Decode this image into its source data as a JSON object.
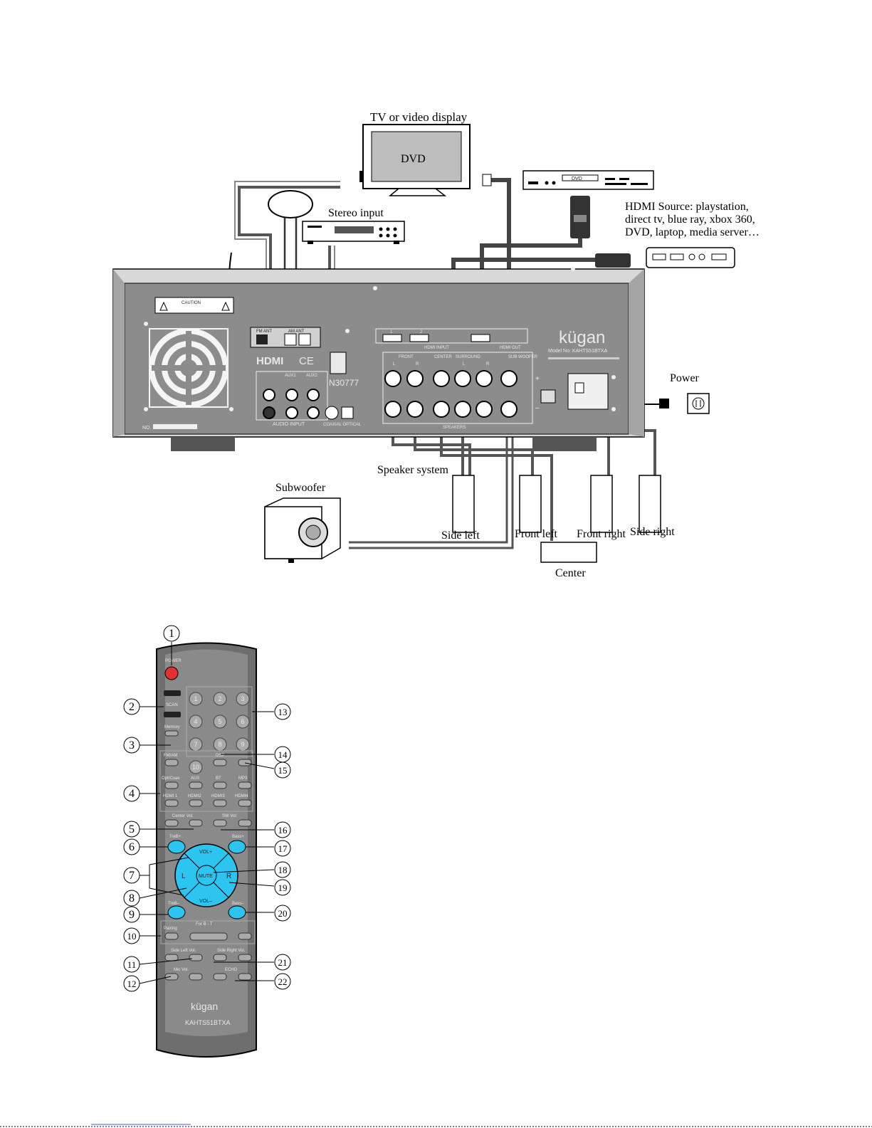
{
  "diagram": {
    "labels": {
      "tv": "TV or video display",
      "dvd_screen": "DVD",
      "stereo_input": "Stereo input",
      "hdmi_source_1": "HDMI Source: playstation,",
      "hdmi_source_2": "direct tv, blue ray, xbox 360,",
      "hdmi_source_3": "DVD, laptop, media server…",
      "power": "Power",
      "speaker_system": "Speaker system",
      "subwoofer": "Subwoofer",
      "side_left": "Side left",
      "front_left": "Front left",
      "front_right": "Front right",
      "side_right": "Side right",
      "center": "Center",
      "player_display": "DVD"
    },
    "receiver": {
      "brand": "kügan",
      "model": "Model No: KAHTS51BTXA",
      "caution": "CAUTION",
      "hdmi_logo": "HDMI",
      "ce": "CE",
      "n_mark": "N30777",
      "fm_ant": "FM ANT",
      "am_ant": "AM ANT",
      "aux1": "AUX1",
      "aux2": "AUX2",
      "audio_input": "AUDIO INPUT",
      "coaxial_optical": "COAXIAL OPTICAL",
      "hdmi_input": "HDMI INPUT",
      "hdmi_out": "HDMI OUT",
      "front": "FRONT",
      "center": "CENTER",
      "surround": "SURROUND",
      "sub_woofer": "SUB WOOFER",
      "speakers": "SPEAKERS",
      "l": "L",
      "r": "R",
      "plus": "+",
      "minus": "–",
      "no": "NO.",
      "hdmi_1": "1",
      "hdmi_2": "2"
    },
    "remote": {
      "power": "POWER",
      "scan": "SCAN",
      "memory": "Memory",
      "digits": [
        "1",
        "2",
        "3",
        "4",
        "5",
        "6",
        "7",
        "8",
        "9",
        "10"
      ],
      "fm_am": "FM/AM",
      "dsp": "DSP",
      "opt_coax": "Opt/Coax",
      "aux": "AUX",
      "bt": "BT",
      "mp3": "MP3",
      "hdmi1": "HDMI 1",
      "hdmi2": "HDMI2",
      "hdmi3": "HDMI3",
      "hdmi4": "HDMI4",
      "center_vol": "Center Vol.",
      "sw_vol": "SW Vol.",
      "treb_plus": "TreB+",
      "bass_plus": "Bass+",
      "vol_plus": "VOL+",
      "vol_minus": "VOL–",
      "mute": "MUTE",
      "left": "L",
      "right": "R",
      "treb_minus": "TreB–",
      "bass_minus": "Bass–",
      "for_bt": "For B - T",
      "pairing": "Pairing",
      "side_left_vol": "Side Left Vol.",
      "side_right_vol": "Side Right Vol.",
      "mic_vol": "Mic Vol.",
      "echo": "ECHO",
      "brand": "kügan",
      "model": "KAHTS51BTXA",
      "plus": "+",
      "minus": "–"
    },
    "callouts": [
      "1",
      "2",
      "3",
      "4",
      "5",
      "6",
      "7",
      "8",
      "9",
      "10",
      "11",
      "12",
      "13",
      "14",
      "15",
      "16",
      "17",
      "18",
      "19",
      "20",
      "21",
      "22"
    ]
  }
}
